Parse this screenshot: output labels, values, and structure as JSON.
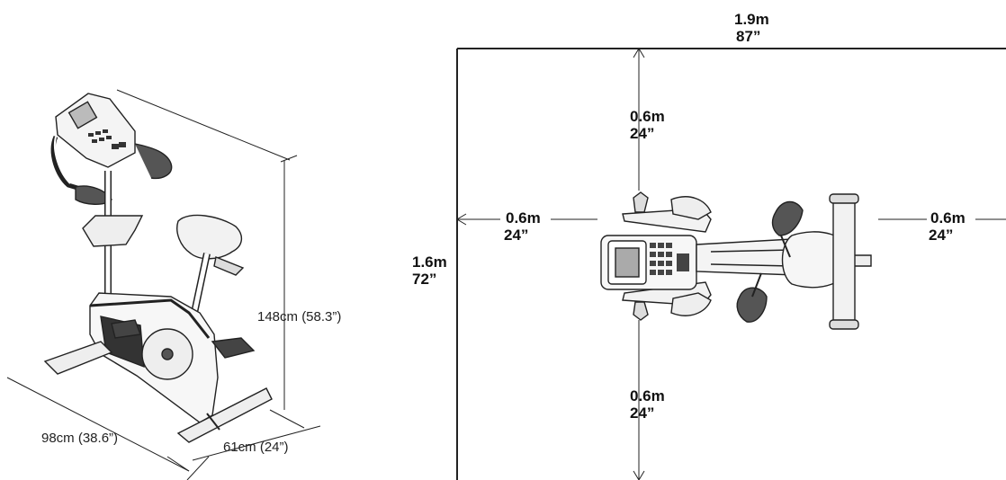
{
  "bike_dimensions": {
    "height": "148cm (58.3”)",
    "length": "98cm (38.6”)",
    "width": "61cm (24”)"
  },
  "clearance": {
    "total_width_m": "1.9m",
    "total_width_in": "87”",
    "total_depth_m": "1.6m",
    "total_depth_in": "72”",
    "top_m": "0.6m",
    "top_in": "24”",
    "bottom_m": "0.6m",
    "bottom_in": "24”",
    "left_m": "0.6m",
    "left_in": "24”",
    "right_m": "0.6m",
    "right_in": "24”"
  }
}
